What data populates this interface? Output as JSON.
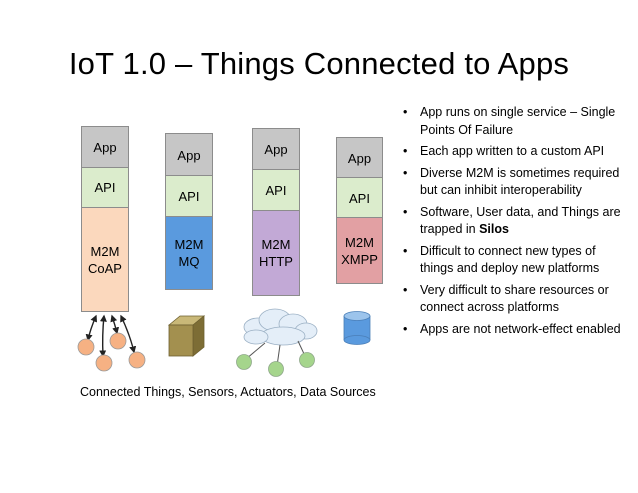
{
  "title": "IoT 1.0 – Things Connected to Apps",
  "stacks": [
    {
      "app": "App",
      "api": "API",
      "m2m_line1": "M2M",
      "m2m_line2": "CoAP",
      "m2m_color": "#fbd8bd"
    },
    {
      "app": "App",
      "api": "API",
      "m2m_line1": "M2M",
      "m2m_line2": "MQ",
      "m2m_color": "#5a9ade"
    },
    {
      "app": "App",
      "api": "API",
      "m2m_line1": "M2M",
      "m2m_line2": "HTTP",
      "m2m_color": "#c2a9d6"
    },
    {
      "app": "App",
      "api": "API",
      "m2m_line1": "M2M",
      "m2m_line2": "XMPP",
      "m2m_color": "#e2a0a3"
    }
  ],
  "caption": "Connected Things, Sensors, Actuators, Data Sources",
  "bullets": [
    {
      "text": "App runs on single service – Single Points Of Failure"
    },
    {
      "text": "Each app written to a custom API"
    },
    {
      "text": "Diverse M2M is sometimes required but can inhibit interoperability"
    },
    {
      "text": "Software, User data, and Things are trapped in ",
      "bold": "Silos"
    },
    {
      "text": "Difficult to connect new types of things and deploy new platforms"
    },
    {
      "text": "Very difficult to share resources or connect across platforms"
    },
    {
      "text": "Apps are not network-effect enabled"
    }
  ],
  "colors": {
    "app_fill": "#c6c6c6",
    "api_fill": "#dbeccc",
    "coap_device": "#f6b183",
    "mq_cube": "#a3904f",
    "http_cloud": "#e4eef8",
    "http_device": "#a5d58c",
    "xmpp_db": "#5a9ade"
  },
  "icons": [
    "bidirectional-arrow-icon",
    "device-circle-icon",
    "cube-icon",
    "cloud-icon",
    "database-cylinder-icon"
  ]
}
